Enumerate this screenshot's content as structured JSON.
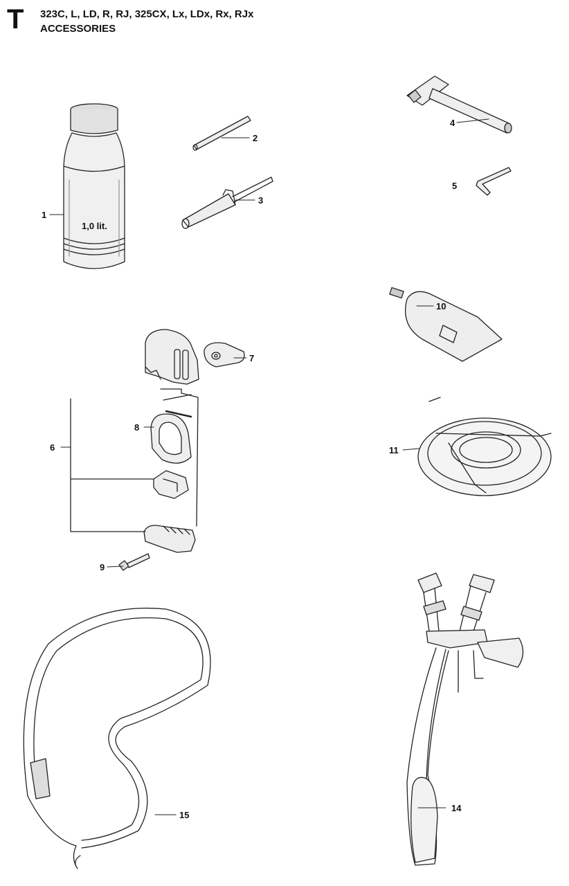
{
  "header": {
    "section_letter": "T",
    "models": "323C, L, LD, R, RJ, 325CX, Lx, LDx, Rx, RJx",
    "title": "ACCESSORIES"
  },
  "bottle_label": "1,0 lit.",
  "callouts": [
    "1",
    "2",
    "3",
    "4",
    "5",
    "6",
    "7",
    "8",
    "9",
    "10",
    "11",
    "14",
    "15"
  ]
}
